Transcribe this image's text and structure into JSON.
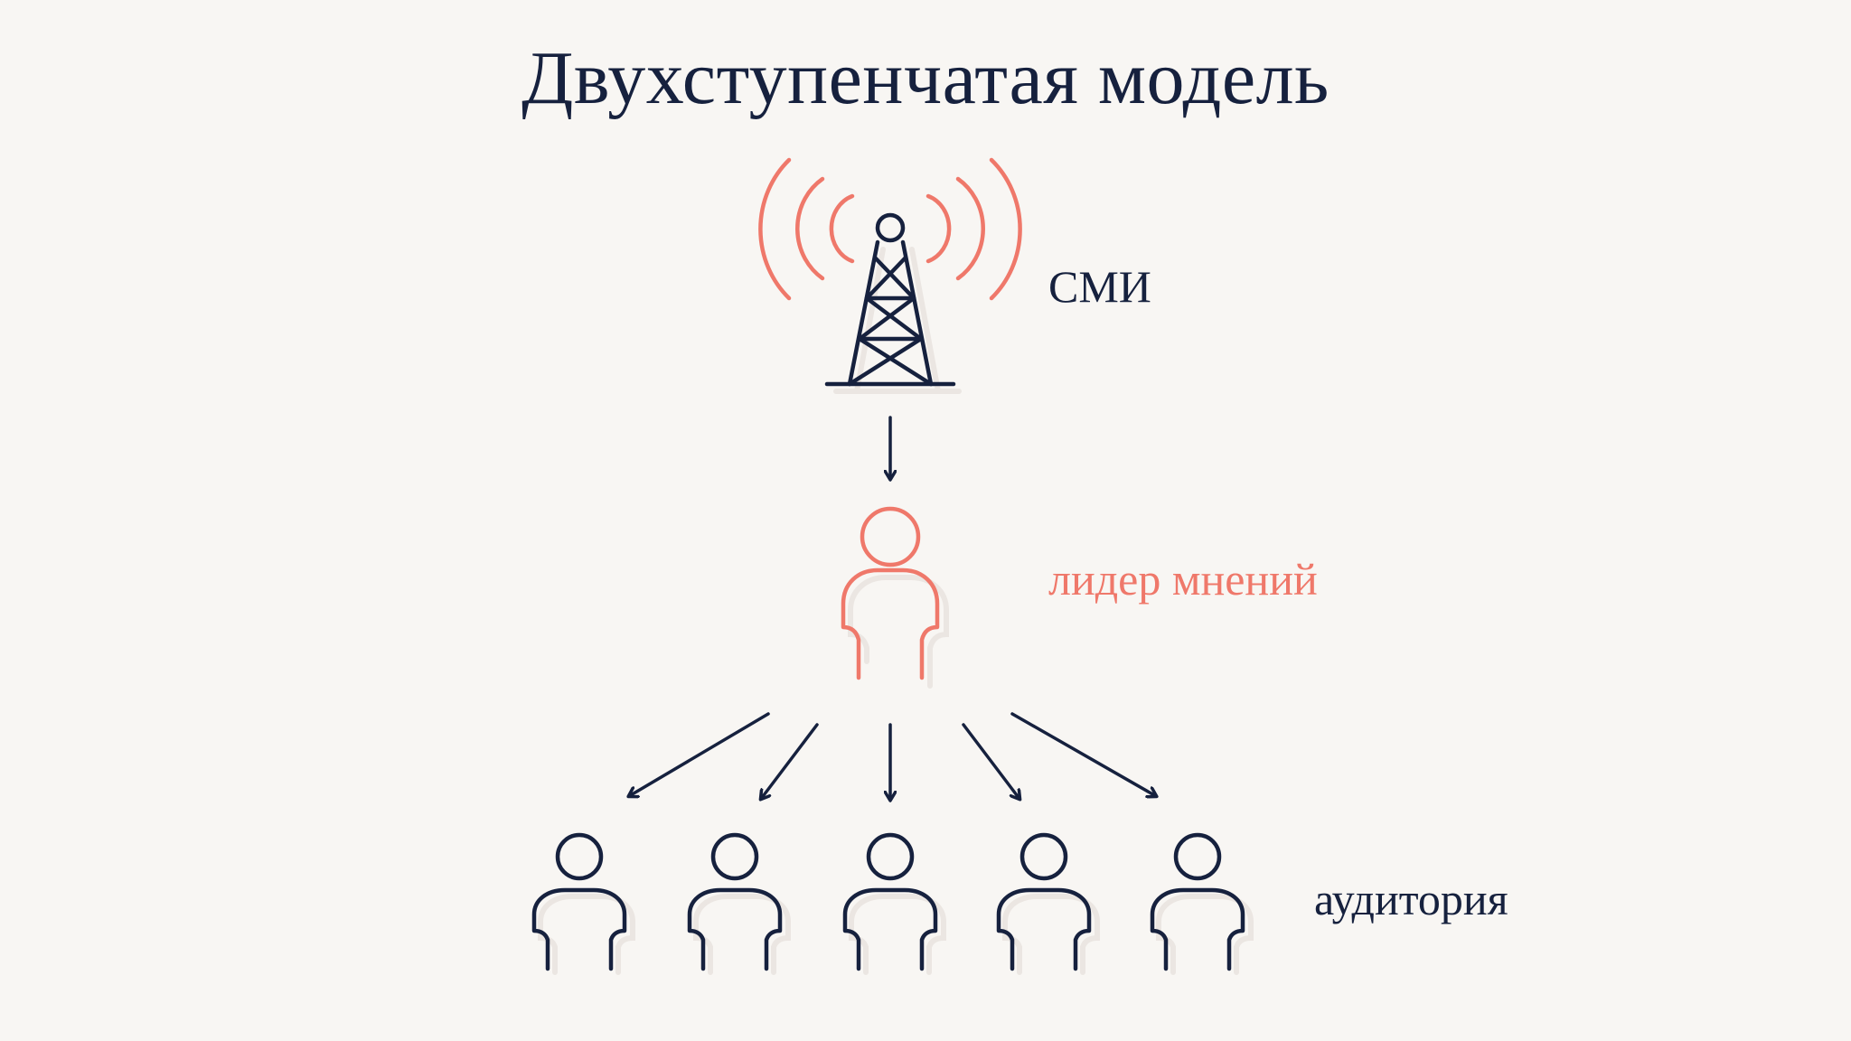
{
  "title": "Двухступенчатая модель",
  "nodes": {
    "media": {
      "label": "СМИ",
      "icon": "radio-tower-icon"
    },
    "opinion_leader": {
      "label": "лидер мнений",
      "icon": "person-icon"
    },
    "audience": {
      "label": "аудитория",
      "icon": "person-icon",
      "count": 5
    }
  },
  "colors": {
    "background": "#f8f6f3",
    "primary": "#16213e",
    "accent": "#ef786a",
    "shadow": "#ebe6e2"
  }
}
